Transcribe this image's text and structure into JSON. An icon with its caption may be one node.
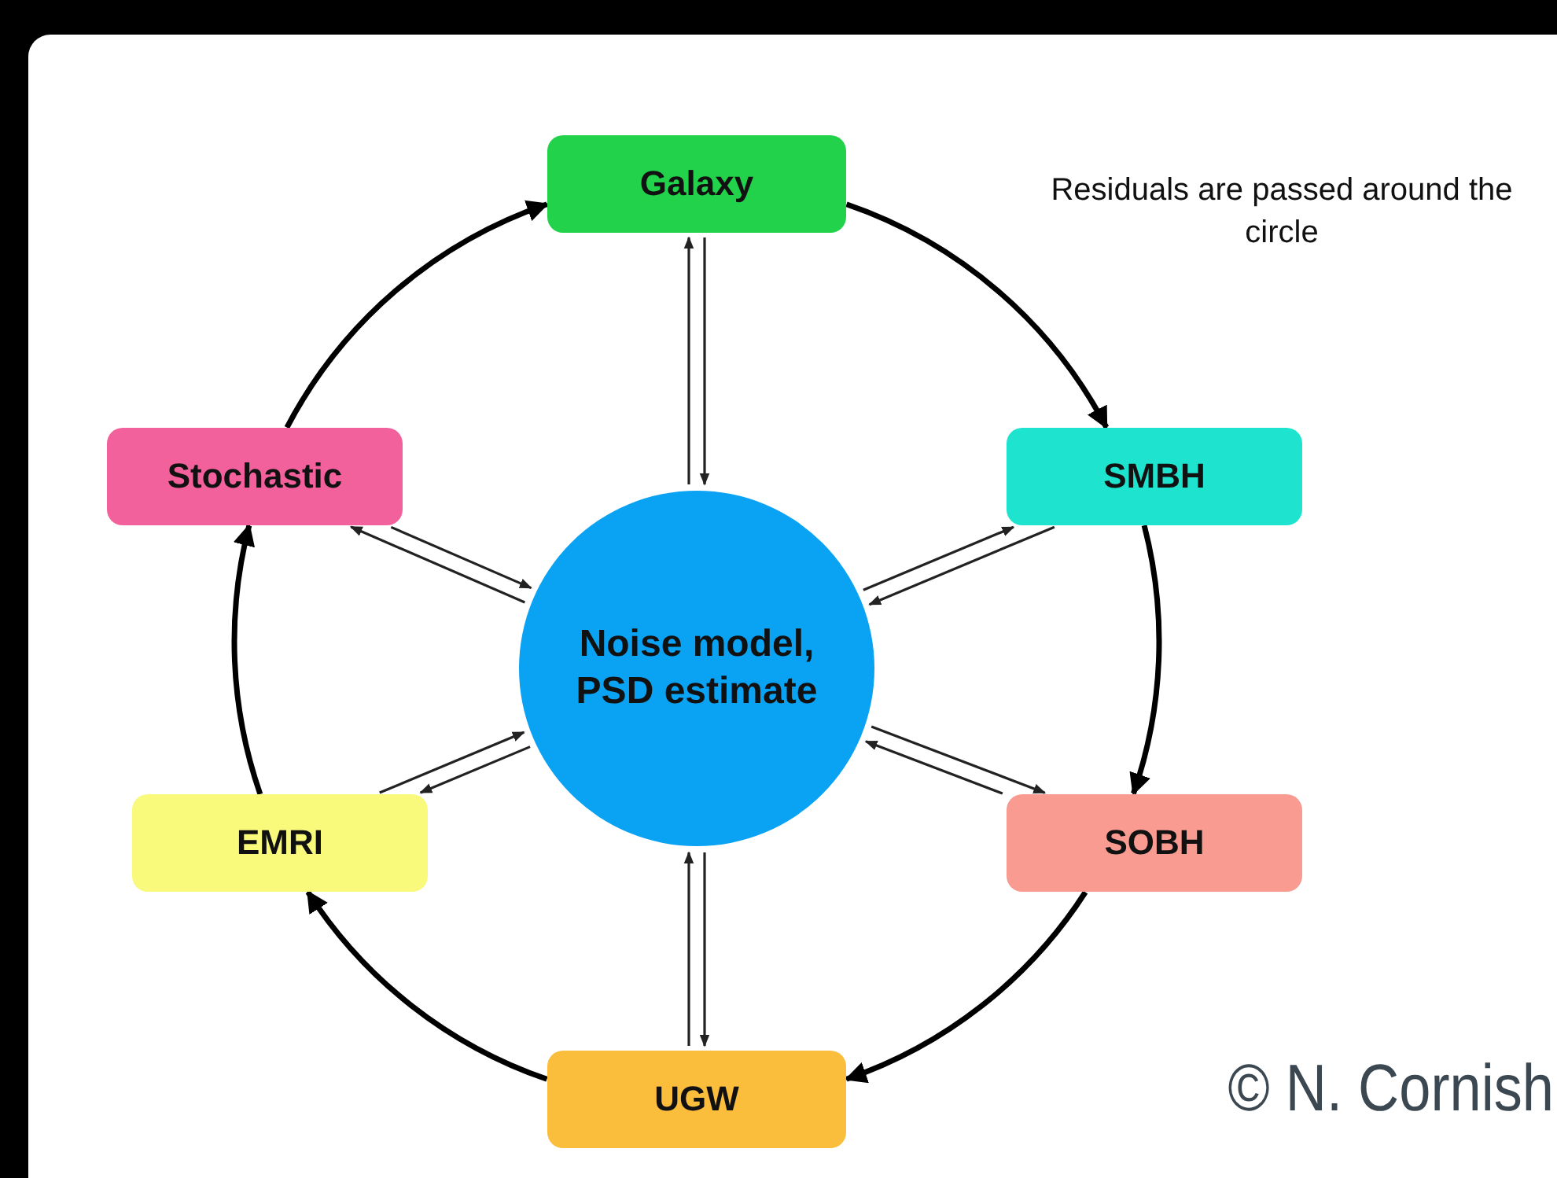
{
  "diagram": {
    "nodes": [
      {
        "text": [
          "Galaxy"
        ]
      },
      {
        "text": [
          "SMBH"
        ]
      },
      {
        "text": [
          "SOBH"
        ]
      },
      {
        "text": [
          "UGW"
        ]
      },
      {
        "text": [
          "EMRI"
        ]
      },
      {
        "text": [
          "Stochastic"
        ]
      },
      {
        "text": [
          "Noise model, PSD estimate"
        ]
      }
    ],
    "edges": [
      {
        "from": 0,
        "to": 1,
        "arrow": "to",
        "style": "thick"
      },
      {
        "from": 1,
        "to": 2,
        "arrow": "to",
        "style": "thick"
      },
      {
        "from": 2,
        "to": 3,
        "arrow": "to",
        "style": "thick"
      },
      {
        "from": 3,
        "to": 4,
        "arrow": "to",
        "style": "thick"
      },
      {
        "from": 4,
        "to": 5,
        "arrow": "to",
        "style": "thick"
      },
      {
        "from": 5,
        "to": 0,
        "arrow": "to",
        "style": "thick"
      },
      {
        "from": 6,
        "to": 0,
        "arrow": "to"
      },
      {
        "from": 0,
        "to": 6,
        "arrow": "to"
      },
      {
        "from": 6,
        "to": 1,
        "arrow": "to"
      },
      {
        "from": 1,
        "to": 6,
        "arrow": "to"
      },
      {
        "from": 6,
        "to": 2,
        "arrow": "to"
      },
      {
        "from": 2,
        "to": 6,
        "arrow": "to"
      },
      {
        "from": 6,
        "to": 3,
        "arrow": "to"
      },
      {
        "from": 3,
        "to": 6,
        "arrow": "to"
      },
      {
        "from": 6,
        "to": 4,
        "arrow": "to"
      },
      {
        "from": 4,
        "to": 6,
        "arrow": "to"
      },
      {
        "from": 6,
        "to": 5,
        "arrow": "to"
      },
      {
        "from": 5,
        "to": 6,
        "arrow": "to"
      }
    ],
    "labels": [
      "Residuals are passed around the circle",
      "© N. Cornish"
    ]
  }
}
